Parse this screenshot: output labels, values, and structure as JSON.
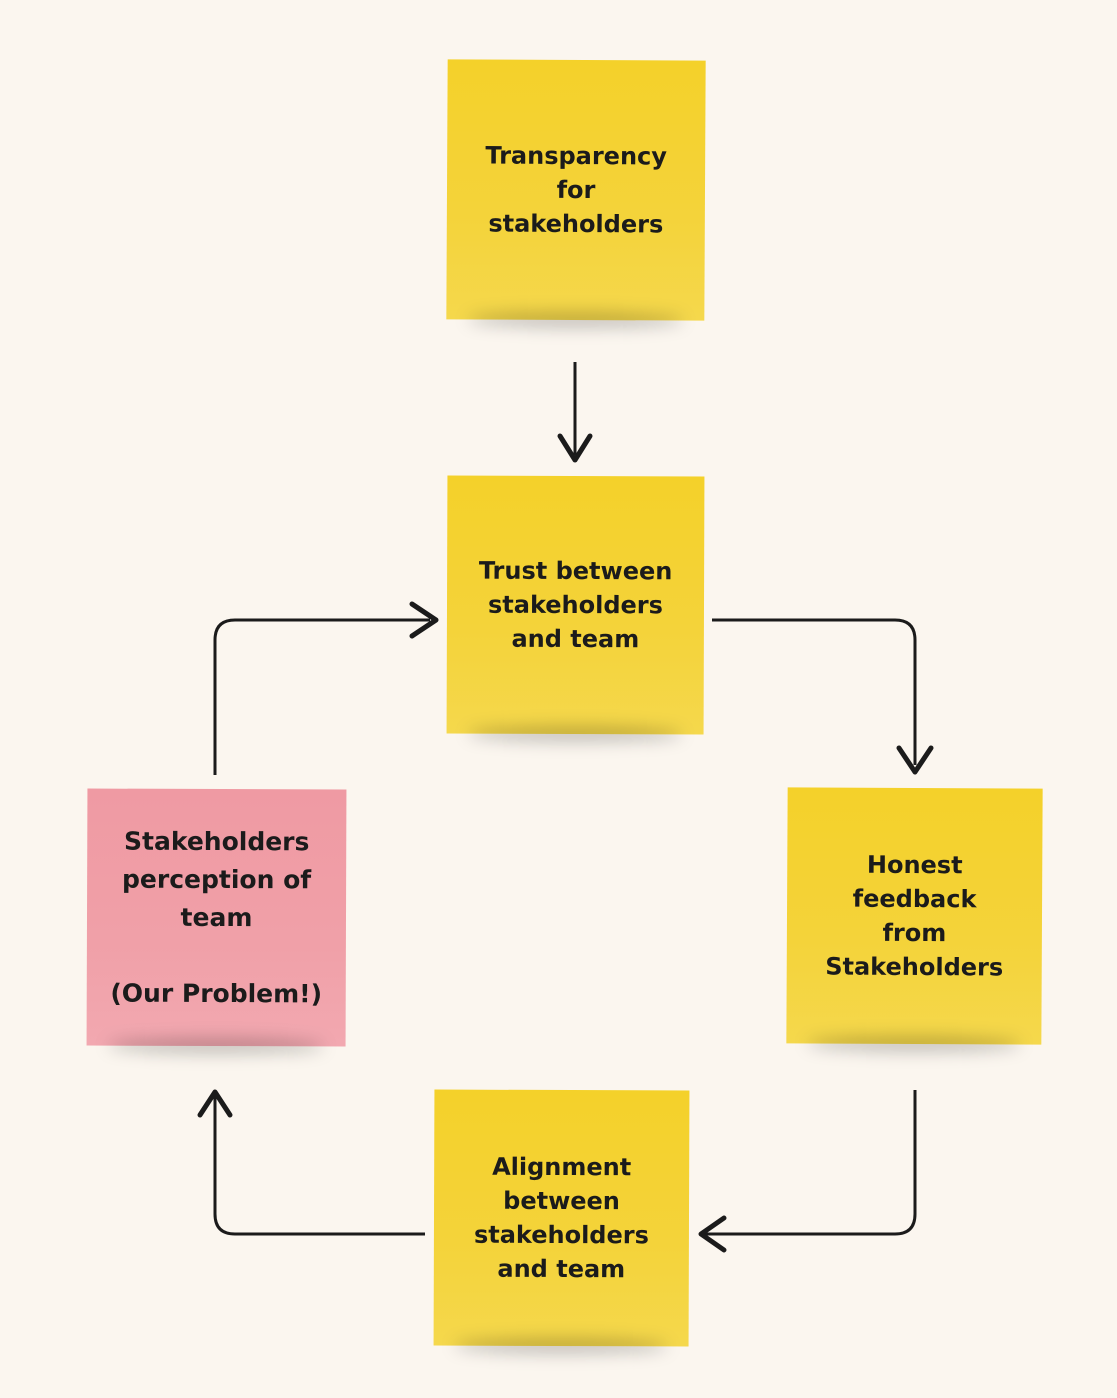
{
  "colors": {
    "background": "#fbf6ef",
    "note_yellow": "#f4d12a",
    "note_pink": "#ef9aa3",
    "arrow": "#1b1b1b",
    "text": "#1b1b1b"
  },
  "notes": {
    "transparency": "Transparency for\nstakeholders",
    "trust": "Trust between\nstakeholders\nand team",
    "feedback": "Honest feedback\nfrom\nStakeholders",
    "alignment": "Alignment\nbetween\nstakeholders\nand team",
    "perception": "Stakeholders\nperception of\nteam\n\n(Our Problem!)"
  }
}
